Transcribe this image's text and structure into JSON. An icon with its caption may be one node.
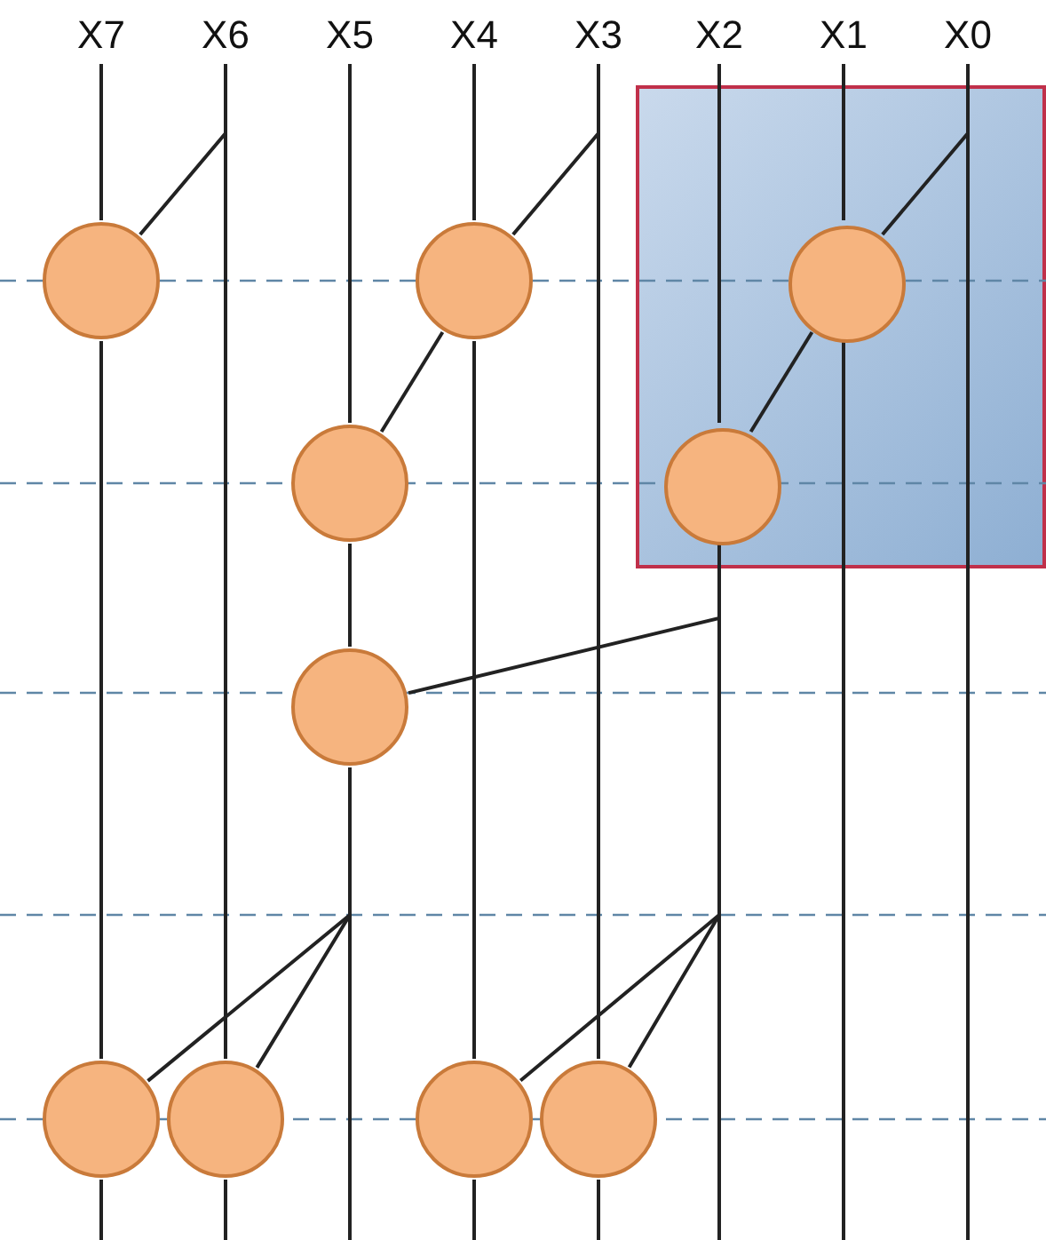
{
  "diagram": {
    "nodes": [
      {
        "text": [
          "X7"
        ]
      },
      {
        "text": [
          "X6"
        ]
      },
      {
        "text": [
          "X5"
        ]
      },
      {
        "text": [
          "X4"
        ]
      },
      {
        "text": [
          "X3"
        ]
      },
      {
        "text": [
          "X2"
        ]
      },
      {
        "text": [
          "X1"
        ]
      },
      {
        "text": [
          "X0"
        ]
      },
      {
        "text": [],
        "shape": "box"
      },
      {
        "text": [],
        "shape": "circle"
      },
      {
        "text": [],
        "shape": "circle"
      },
      {
        "text": [],
        "shape": "circle",
        "in": 8
      },
      {
        "text": [],
        "shape": "circle"
      },
      {
        "text": [],
        "shape": "circle",
        "in": 8
      },
      {
        "text": [],
        "shape": "circle"
      },
      {
        "text": [],
        "shape": "circle"
      },
      {
        "text": [],
        "shape": "circle"
      },
      {
        "text": [],
        "shape": "circle"
      },
      {
        "text": [],
        "shape": "circle"
      }
    ],
    "edges": [
      {
        "from": 0,
        "to": 9,
        "arrow": "none"
      },
      {
        "from": 9,
        "to": 15,
        "arrow": "none"
      },
      {
        "from": 15,
        "to": null,
        "arrow": "none"
      },
      {
        "from": 1,
        "to": 16,
        "arrow": "none"
      },
      {
        "from": 16,
        "to": null,
        "arrow": "none"
      },
      {
        "from": 2,
        "to": 12,
        "arrow": "none"
      },
      {
        "from": 12,
        "to": 14,
        "arrow": "none"
      },
      {
        "from": 14,
        "to": null,
        "arrow": "none"
      },
      {
        "from": 3,
        "to": 10,
        "arrow": "none"
      },
      {
        "from": 10,
        "to": 17,
        "arrow": "none"
      },
      {
        "from": 17,
        "to": null,
        "arrow": "none"
      },
      {
        "from": 4,
        "to": 18,
        "arrow": "none"
      },
      {
        "from": 18,
        "to": null,
        "arrow": "none"
      },
      {
        "from": 5,
        "to": 13,
        "arrow": "none"
      },
      {
        "from": 13,
        "to": null,
        "arrow": "none"
      },
      {
        "from": 6,
        "to": 11,
        "arrow": "none"
      },
      {
        "from": 11,
        "to": null,
        "arrow": "none"
      },
      {
        "from": 7,
        "to": null,
        "arrow": "none"
      },
      {
        "from": 1,
        "to": 9,
        "arrow": "none"
      },
      {
        "from": 4,
        "to": 10,
        "arrow": "none"
      },
      {
        "from": 7,
        "to": 11,
        "arrow": "none"
      },
      {
        "from": 10,
        "to": 12,
        "arrow": "none"
      },
      {
        "from": 11,
        "to": 13,
        "arrow": "none"
      },
      {
        "from": 13,
        "to": 14,
        "arrow": "none"
      },
      {
        "from": 14,
        "to": 15,
        "arrow": "none"
      },
      {
        "from": 14,
        "to": 16,
        "arrow": "none"
      },
      {
        "from": 13,
        "to": 17,
        "arrow": "none"
      },
      {
        "from": 13,
        "to": 18,
        "arrow": "none"
      }
    ]
  }
}
